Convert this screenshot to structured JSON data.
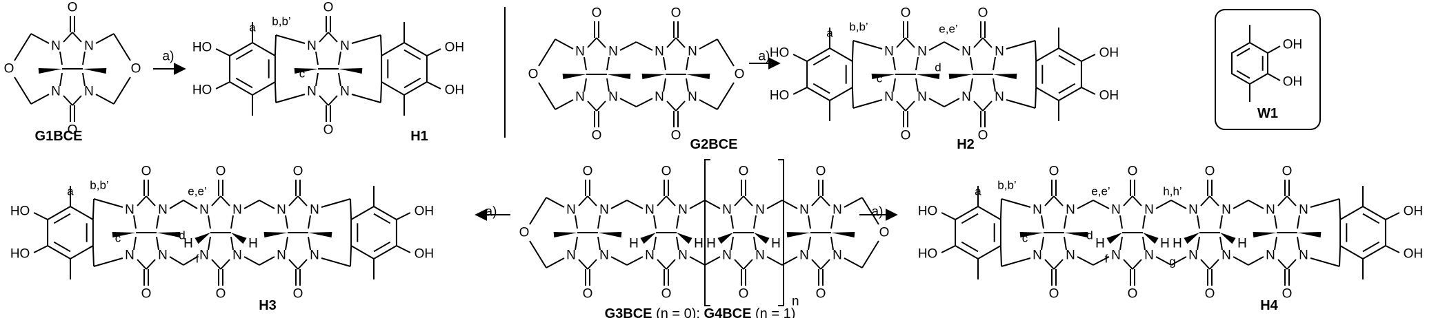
{
  "atoms": {
    "O": "O",
    "N": "N",
    "OH": "OH",
    "HO": "HO",
    "H": "H"
  },
  "arrow_label": "a)",
  "bracket_n": "n",
  "compounds": {
    "g1": "G1BCE",
    "h1": "H1",
    "g2": "G2BCE",
    "h2": "H2",
    "h3": "H3",
    "h4": "H4",
    "w1": "W1",
    "g3g4_bold1": "G3BCE",
    "g3g4_plain1": " (n = 0); ",
    "g3g4_bold2": "G4BCE",
    "g3g4_plain2": " (n = 1)"
  },
  "proton_labels": {
    "a": "a",
    "bb": "b,b’",
    "c": "c",
    "d": "d",
    "ee": "e,e’",
    "f": "f",
    "g": "g",
    "hh": "h,h’"
  }
}
